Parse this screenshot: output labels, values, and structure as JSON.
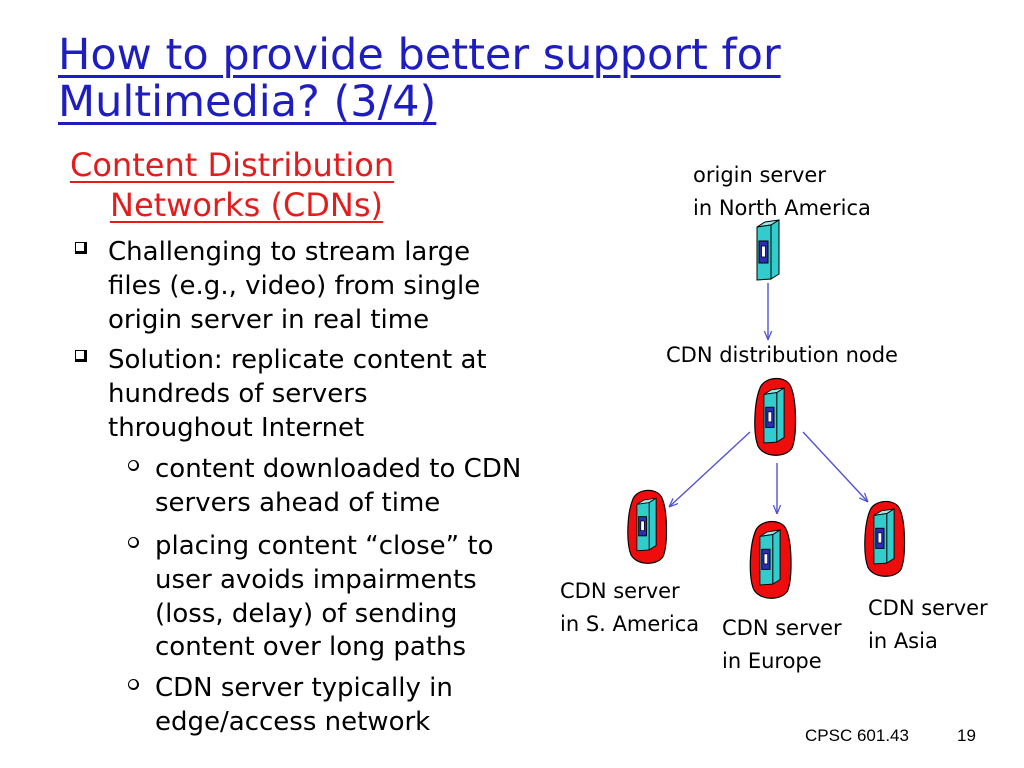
{
  "slide": {
    "title": {
      "line1": "How to provide better support for",
      "line2": "Multimedia? (3/4)"
    },
    "subtitle": {
      "line1": "Content Distribution",
      "line2": "Networks (CDNs)"
    },
    "bullets": [
      {
        "lines": [
          "Challenging to stream large",
          "files (e.g., video) from single",
          "origin server in real time"
        ]
      },
      {
        "lines": [
          "Solution: replicate content at",
          "hundreds of servers",
          "throughout Internet"
        ],
        "sub_bullets": [
          {
            "lines": [
              "content downloaded to CDN",
              "servers ahead of time"
            ]
          },
          {
            "lines": [
              "placing content “close” to",
              "user avoids impairments",
              "(loss, delay) of sending",
              "content over long paths"
            ]
          },
          {
            "lines": [
              "CDN server typically in",
              "edge/access network"
            ]
          }
        ]
      }
    ]
  },
  "diagram": {
    "origin": {
      "line1": "origin server",
      "line2": "in North America"
    },
    "distribution_node": {
      "label": "CDN distribution node"
    },
    "cdn_servers": [
      {
        "line1": "CDN server",
        "line2": "in S. America"
      },
      {
        "line1": "CDN server",
        "line2": "in Europe"
      },
      {
        "line1": "CDN server",
        "line2": "in Asia"
      }
    ]
  },
  "footer": {
    "course": "CPSC 601.43",
    "page_number": "19"
  },
  "icons": {
    "bullet": "square-bullet-icon",
    "sub_bullet": "circle-bullet-icon",
    "server": "server-icon",
    "node": "node-blob-icon",
    "link": "arrow"
  },
  "colors": {
    "title": "#1e1ec0",
    "subtitle": "#e51c1c",
    "text": "#000000",
    "server_body": "#33cccc",
    "server_slot": "#2c2cb4",
    "node_blob": "#ee0c0c",
    "arrow": "#5353d1"
  }
}
